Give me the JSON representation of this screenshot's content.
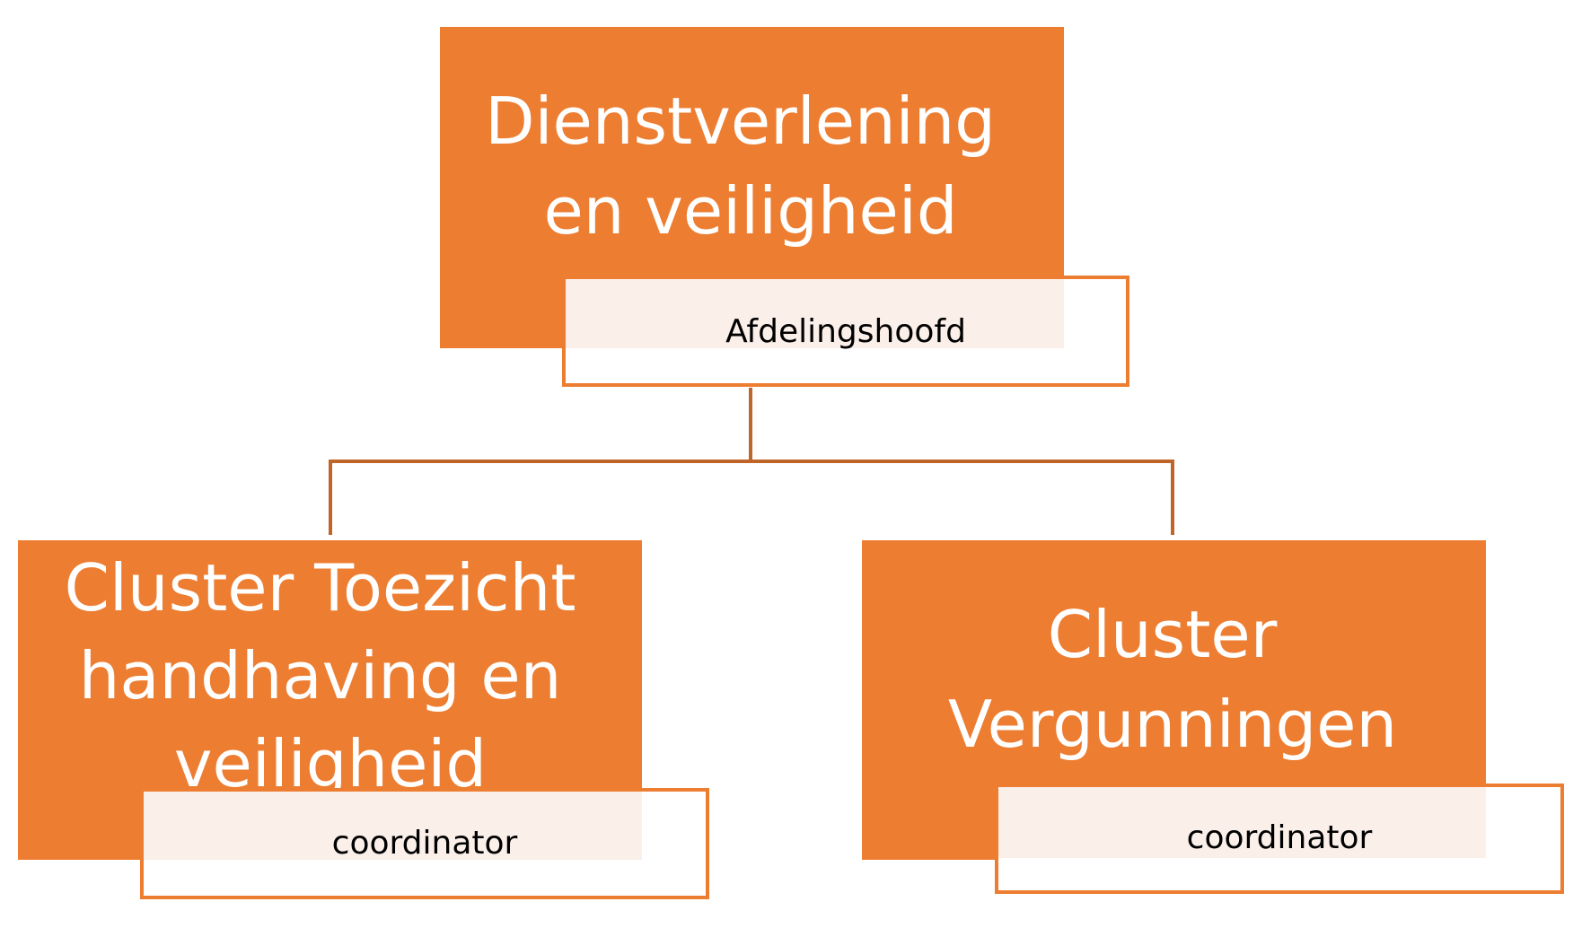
{
  "top": {
    "title_lines": [
      "Dienstverlening",
      "en veiligheid"
    ],
    "role": "Afdelingshoofd"
  },
  "left": {
    "title_lines": [
      "Cluster Toezicht",
      "handhaving en",
      "veiligheid"
    ],
    "role": "coordinator"
  },
  "right": {
    "title_lines": [
      "Cluster",
      "Vergunningen"
    ],
    "role": "coordinator"
  },
  "colors": {
    "box": "#ED7D31",
    "connector": "#C0652A",
    "sub_overlay": "#FBEFE9",
    "title_text": "#FFFFFF",
    "role_text": "#000000"
  }
}
